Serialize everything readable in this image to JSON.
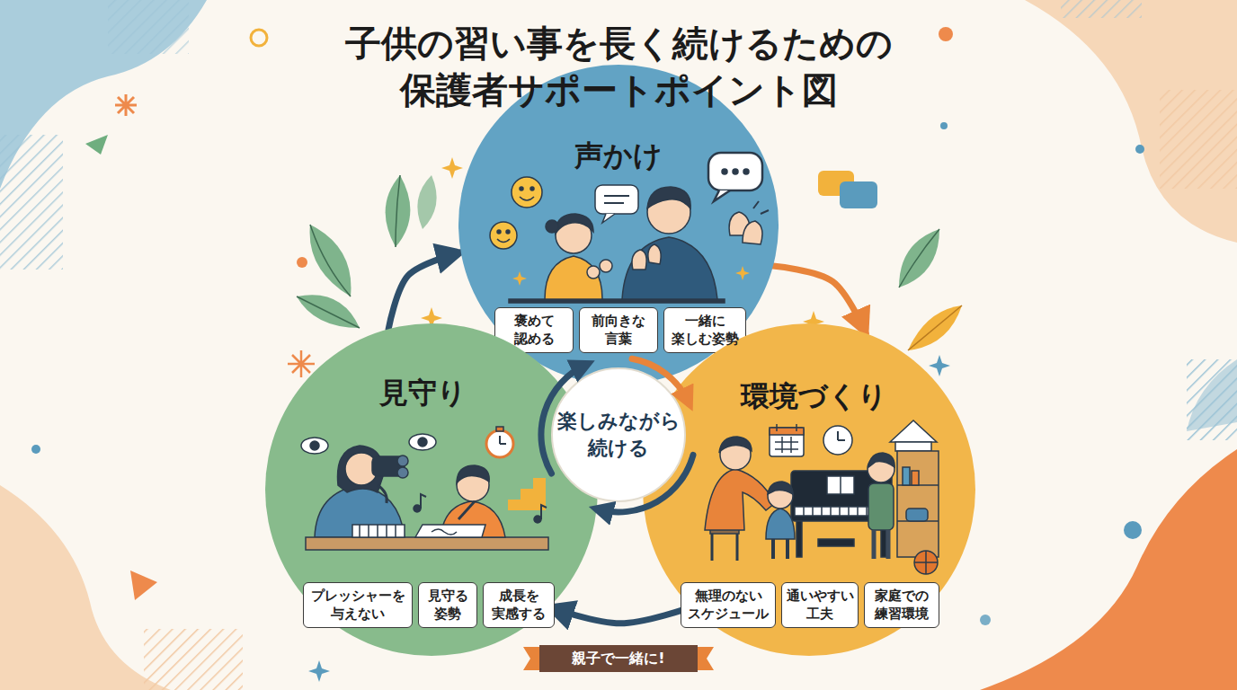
{
  "diagram": {
    "title": "子供の習い事を長く続けるための 保護者サポートポイント図",
    "nodes": [
      {
        "text": [
          "声かけ"
        ]
      },
      {
        "text": [
          "褒めて 認める"
        ],
        "in": 0
      },
      {
        "text": [
          "前向きな 言葉"
        ],
        "in": 0
      },
      {
        "text": [
          "一緒に 楽しむ姿勢"
        ],
        "in": 0
      },
      {
        "text": [
          "見守り"
        ]
      },
      {
        "text": [
          "プレッシャーを 与えない"
        ],
        "in": 4
      },
      {
        "text": [
          "見守る 姿勢"
        ],
        "in": 4
      },
      {
        "text": [
          "成長を 実感する"
        ],
        "in": 4
      },
      {
        "text": [
          "楽しみながら 続ける"
        ]
      },
      {
        "text": [
          "環境づくり"
        ]
      },
      {
        "text": [
          "無理のない スケジュール"
        ],
        "in": 9
      },
      {
        "text": [
          "通いやすい 工夫"
        ],
        "in": 9
      },
      {
        "text": [
          "家庭での 練習環境"
        ],
        "in": 9
      },
      {
        "text": [
          "親子で一緒に!"
        ]
      }
    ],
    "edges": [
      {
        "from": 0,
        "to": 9,
        "arrow": "to"
      },
      {
        "from": 9,
        "to": 4,
        "arrow": "to"
      },
      {
        "from": 4,
        "to": 0,
        "arrow": "to"
      }
    ]
  }
}
